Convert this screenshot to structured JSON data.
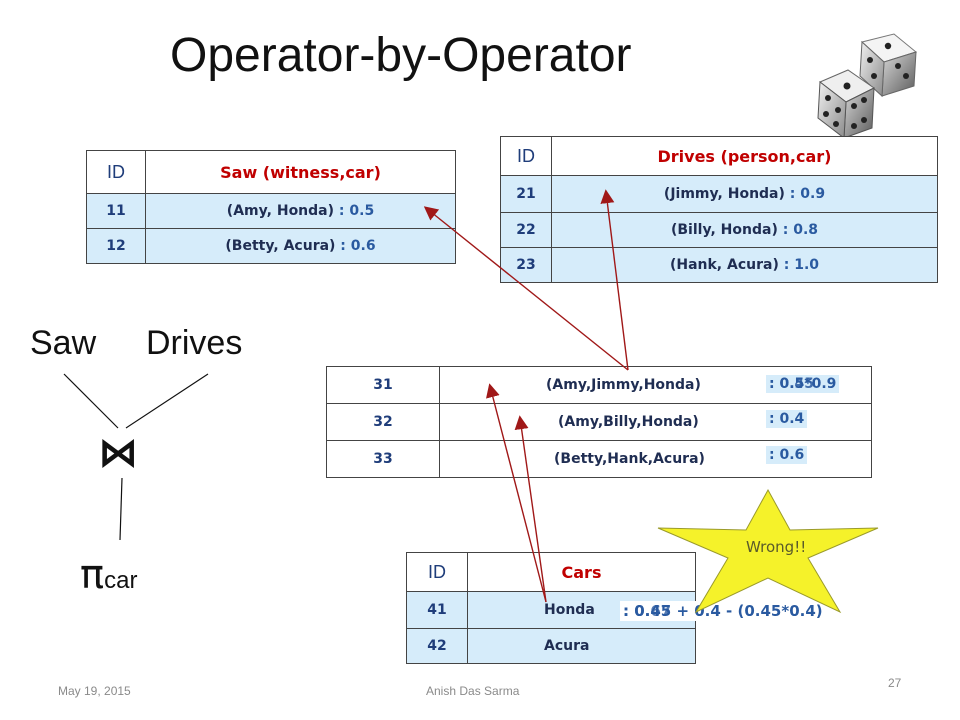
{
  "title": "Operator-by-Operator",
  "saw_table": {
    "id_header": "ID",
    "col_header": "Saw (witness,car)",
    "rows": [
      {
        "id": "11",
        "tuple": "(Amy, Honda)",
        "prob": " : 0.5"
      },
      {
        "id": "12",
        "tuple": "(Betty, Acura)",
        "prob": " : 0.6"
      }
    ]
  },
  "drives_table": {
    "id_header": "ID",
    "col_header": "Drives (person,car)",
    "rows": [
      {
        "id": "21",
        "tuple": "(Jimmy, Honda)",
        "prob": " : 0.9"
      },
      {
        "id": "22",
        "tuple": "(Billy, Honda)",
        "prob": " : 0.8"
      },
      {
        "id": "23",
        "tuple": "(Hank, Acura)",
        "prob": " : 1.0"
      }
    ]
  },
  "join_table": {
    "rows": [
      {
        "id": "31",
        "tuple": "(Amy,Jimmy,Honda)",
        "prob_a": ": 0.5*0.9",
        "prob_b": ": 0.45"
      },
      {
        "id": "32",
        "tuple": "(Amy,Billy,Honda)",
        "prob": ": 0.4"
      },
      {
        "id": "33",
        "tuple": "(Betty,Hank,Acura)",
        "prob": ": 0.6"
      }
    ]
  },
  "cars_table": {
    "id_header": "ID",
    "col_header": "Cars",
    "rows": [
      {
        "id": "41",
        "tuple": "Honda"
      },
      {
        "id": "42",
        "tuple": "Acura"
      }
    ],
    "formula_a": ": 0.45 + 0.4 - (0.45*0.4)",
    "formula_b": ": 0.67"
  },
  "tree": {
    "saw": "Saw",
    "drives": "Drives",
    "join_symbol": "⋈",
    "project_symbol": "π",
    "project_subscript": "car"
  },
  "callout": "Wrong!!",
  "footer": {
    "date": "May 19, 2015",
    "author": "Anish Das Sarma",
    "page": "27"
  },
  "colors": {
    "header_red": "#c00000",
    "row_fill": "#d6ecfa",
    "prob_blue": "#2a5aa0",
    "arrow_red": "#a01818",
    "star_yellow": "#f5f22a"
  }
}
